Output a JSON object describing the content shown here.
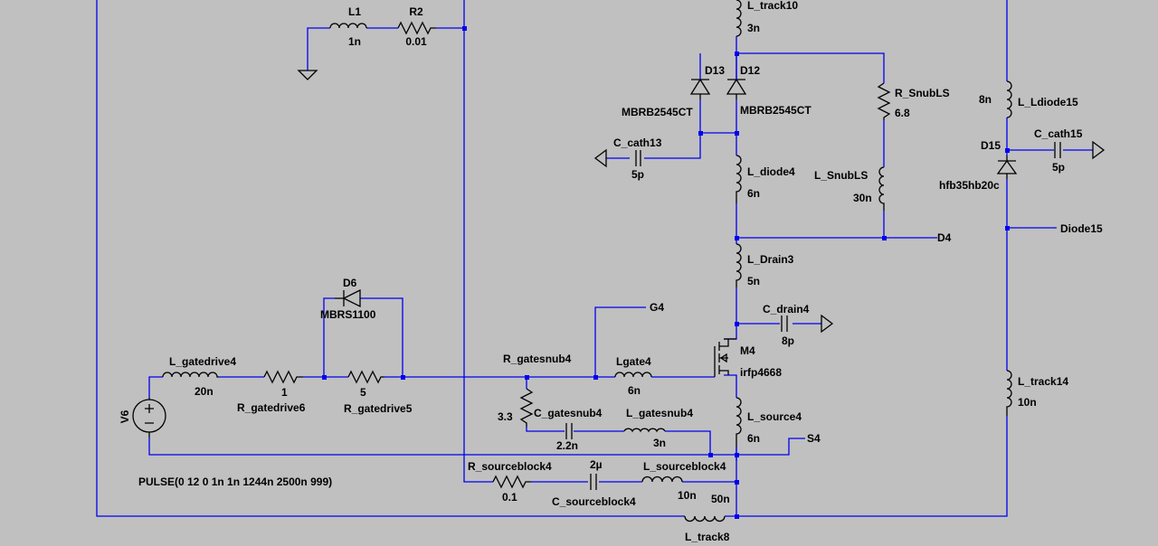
{
  "components": {
    "L1": {
      "name": "L1",
      "value": "1n"
    },
    "R2": {
      "name": "R2",
      "value": "0.01"
    },
    "L_track10": {
      "name": "L_track10",
      "value": "3n"
    },
    "D13": {
      "name": "D13",
      "model": "MBRB2545CT"
    },
    "D12": {
      "name": "D12",
      "model": "MBRB2545CT"
    },
    "R_SnubLS": {
      "name": "R_SnubLS",
      "value": "6.8"
    },
    "C_cath13": {
      "name": "C_cath13",
      "value": "5p"
    },
    "L_diode4": {
      "name": "L_diode4",
      "value": "6n"
    },
    "L_SnubLS": {
      "name": "L_SnubLS",
      "value": "30n"
    },
    "L_Ldiode15": {
      "name": "L_Ldiode15",
      "value": "8n"
    },
    "D15": {
      "name": "D15",
      "model": "hfb35hb20c"
    },
    "C_cath15": {
      "name": "C_cath15",
      "value": "5p"
    },
    "L_Drain3": {
      "name": "L_Drain3",
      "value": "5n"
    },
    "C_drain4": {
      "name": "C_drain4",
      "value": "8p"
    },
    "M4": {
      "name": "M4",
      "model": "irfp4668"
    },
    "D6": {
      "name": "D6",
      "model": "MBRS1100"
    },
    "L_gatedrive4": {
      "name": "L_gatedrive4",
      "value": "20n"
    },
    "R_gatedrive6": {
      "name": "R_gatedrive6",
      "value": "1"
    },
    "R_gatedrive5": {
      "name": "R_gatedrive5",
      "value": "5"
    },
    "R_gatesnub4": {
      "name": "R_gatesnub4",
      "value": "3.3"
    },
    "Lgate4": {
      "name": "Lgate4",
      "value": "6n"
    },
    "C_gatesnub4": {
      "name": "C_gatesnub4",
      "value": "2.2n"
    },
    "L_gatesnub4": {
      "name": "L_gatesnub4",
      "value": "3n"
    },
    "L_source4": {
      "name": "L_source4",
      "value": "6n"
    },
    "L_track14": {
      "name": "L_track14",
      "value": "10n"
    },
    "V6": {
      "name": "V6",
      "value": "PULSE(0 12 0 1n 1n 1244n 2500n 999)"
    },
    "R_sourceblock4": {
      "name": "R_sourceblock4",
      "value": "0.1"
    },
    "C_sourceblock4": {
      "name": "C_sourceblock4",
      "value": "2µ"
    },
    "L_sourceblock4": {
      "name": "L_sourceblock4",
      "value": "10n"
    },
    "L_track8": {
      "name": "L_track8",
      "value": "50n"
    }
  },
  "net_labels": {
    "D4": "D4",
    "Diode15": "Diode15",
    "G4": "G4",
    "S4": "S4"
  },
  "colors": {
    "background": "#c0c0c0",
    "wire": "#0000ee",
    "symbol": "#000000"
  }
}
